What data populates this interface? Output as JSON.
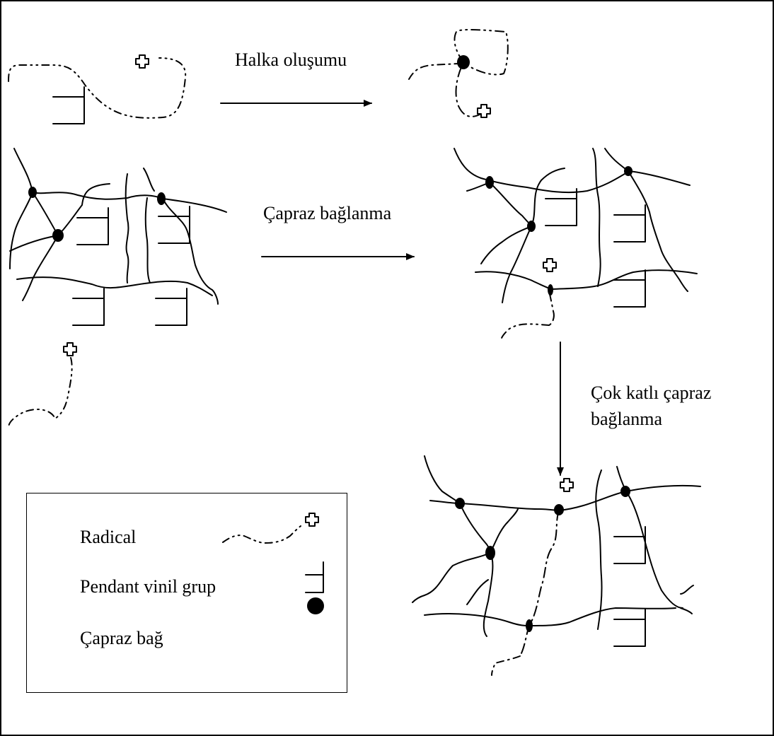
{
  "labels": {
    "ring_formation": "Halka oluşumu",
    "crosslinking": "Çapraz bağlanma",
    "multilayer_line1": "Çok katlı çapraz",
    "multilayer_line2": "bağlanma"
  },
  "legend": {
    "radical": "Radical",
    "pendant_vinyl": "Pendant vinil grup",
    "crosslink": "Çapraz bağ"
  },
  "colors": {
    "ink": "#000000",
    "background": "#ffffff"
  }
}
